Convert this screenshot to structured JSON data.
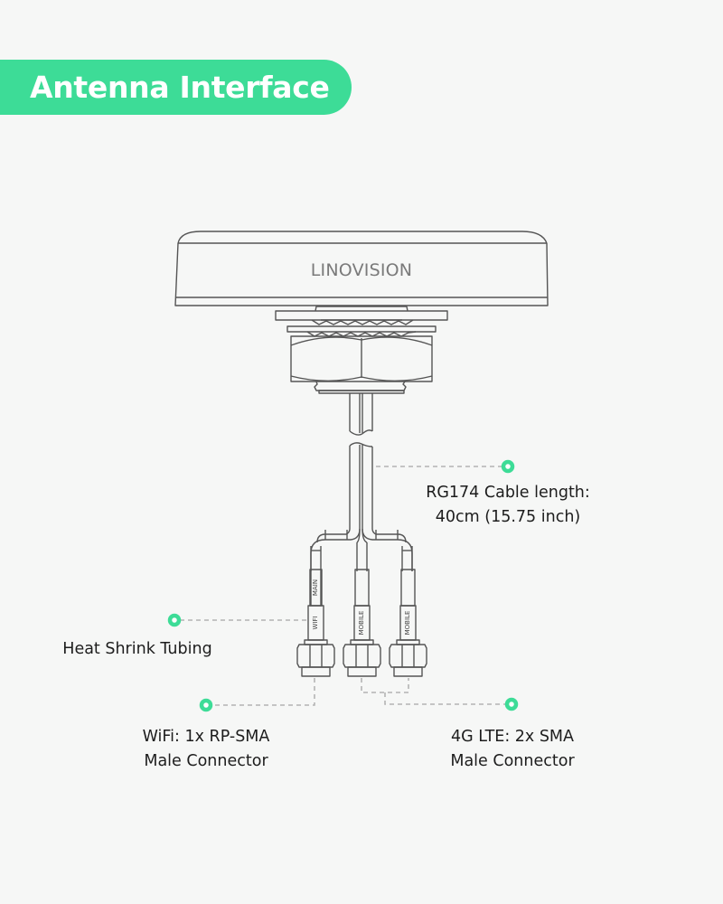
{
  "header": {
    "title": "Antenna Interface",
    "accent_color": "#3ddc97"
  },
  "device": {
    "brand": "LINOVISION"
  },
  "cable_tags": {
    "main": "MAIN",
    "wifi": "WIFI",
    "mobile_1": "MOBILE",
    "mobile_2": "MOBILE"
  },
  "callouts": {
    "cable": {
      "line1": "RG174 Cable length:",
      "line2": "40cm (15.75 inch)"
    },
    "heat_shrink": {
      "line1": "Heat Shrink Tubing"
    },
    "wifi_connector": {
      "line1": "WiFi: 1x RP-SMA",
      "line2": "Male Connector"
    },
    "lte_connector": {
      "line1": "4G LTE: 2x SMA",
      "line2": "Male Connector"
    }
  },
  "colors": {
    "background": "#f6f7f6",
    "line": "#555555",
    "dashed": "#b4b4b4",
    "marker": "#3ddc97",
    "text": "#1d1d1d"
  }
}
